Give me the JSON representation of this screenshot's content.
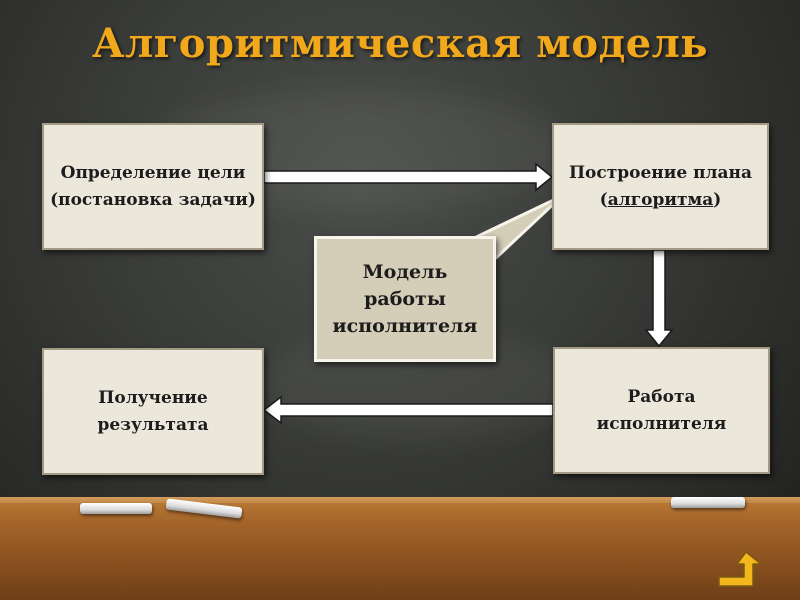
{
  "slide": {
    "title": "Алгоритмическая модель"
  },
  "diagram": {
    "goal": {
      "line1": "Определение цели",
      "line2": "(постановка задачи)"
    },
    "plan": {
      "line1": "Построение плана",
      "line2_open": "(",
      "line2_term": "алгоритма",
      "line2_close": ")"
    },
    "result": {
      "line1": "Получение",
      "line2": "результата"
    },
    "work": {
      "line1": "Работа",
      "line2": "исполнителя"
    },
    "callout": {
      "line1": "Модель",
      "line2": "работы",
      "line3": "исполнителя"
    }
  },
  "colors": {
    "title": "#f2a81b",
    "box_fill": "#ece7db",
    "callout_fill": "#d4cdb8",
    "board": "#3a3c39",
    "shelf": "#a5662a",
    "nav_icon": "#f2b81b"
  },
  "icons": {
    "nav_button": "return-arrow-icon"
  }
}
